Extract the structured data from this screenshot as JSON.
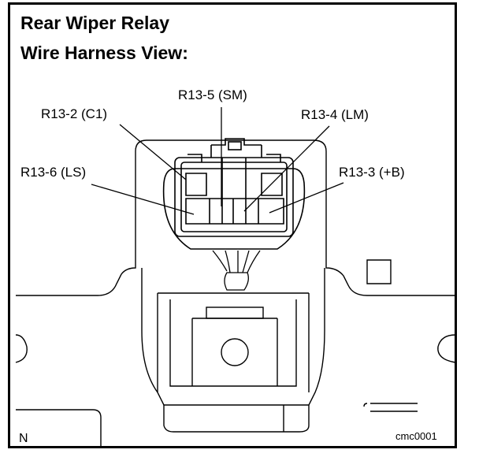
{
  "title": {
    "line1": "Rear Wiper Relay",
    "line2": "Wire Harness View:"
  },
  "pins": {
    "sm": "R13-5 (SM)",
    "c1": "R13-2 (C1)",
    "lm": "R13-4 (LM)",
    "ls": "R13-6 (LS)",
    "b": "R13-3 (+B)"
  },
  "footer": {
    "left": "N",
    "right": "cmc0001"
  }
}
